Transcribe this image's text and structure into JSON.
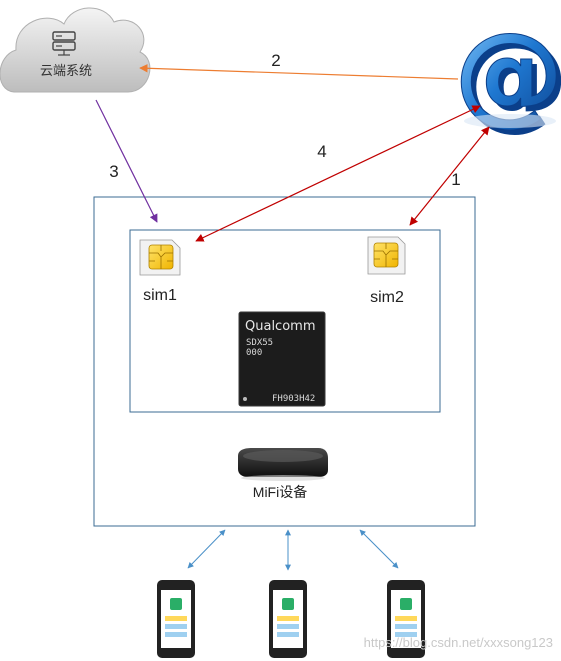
{
  "cloud": {
    "label": "云端系统",
    "icon": "server-icon"
  },
  "internet": {
    "icon": "at-sign-icon",
    "glyph": "@",
    "color": "#1f78d1"
  },
  "arrows": [
    {
      "id": "1",
      "label": "1",
      "from": "internet",
      "to": "sim2",
      "color": "#c00000"
    },
    {
      "id": "2",
      "label": "2",
      "from": "internet",
      "to": "cloud",
      "color": "#ed7d31"
    },
    {
      "id": "3",
      "label": "3",
      "from": "cloud",
      "to": "sim1",
      "color": "#7030a0"
    },
    {
      "id": "4",
      "label": "4",
      "from": "internet",
      "to": "sim1",
      "color": "#c00000"
    }
  ],
  "device": {
    "sim1": {
      "label": "sim1",
      "icon": "sim-card-icon"
    },
    "sim2": {
      "label": "sim2",
      "icon": "sim-card-icon"
    },
    "chip": {
      "brand": "Qualcomm",
      "model": "SDX55",
      "code": "000",
      "serial": "FH903H42"
    },
    "mifi": {
      "label": "MiFi设备",
      "icon": "router-icon"
    }
  },
  "phones": [
    {
      "icon": "smartphone-icon",
      "app_icon": "wechat-icon"
    },
    {
      "icon": "smartphone-icon",
      "app_icon": "wechat-icon"
    },
    {
      "icon": "smartphone-icon",
      "app_icon": "wechat-icon"
    }
  ],
  "link_color": "#4a90c8",
  "watermark": "https://blog.csdn.net/xxxsong123"
}
